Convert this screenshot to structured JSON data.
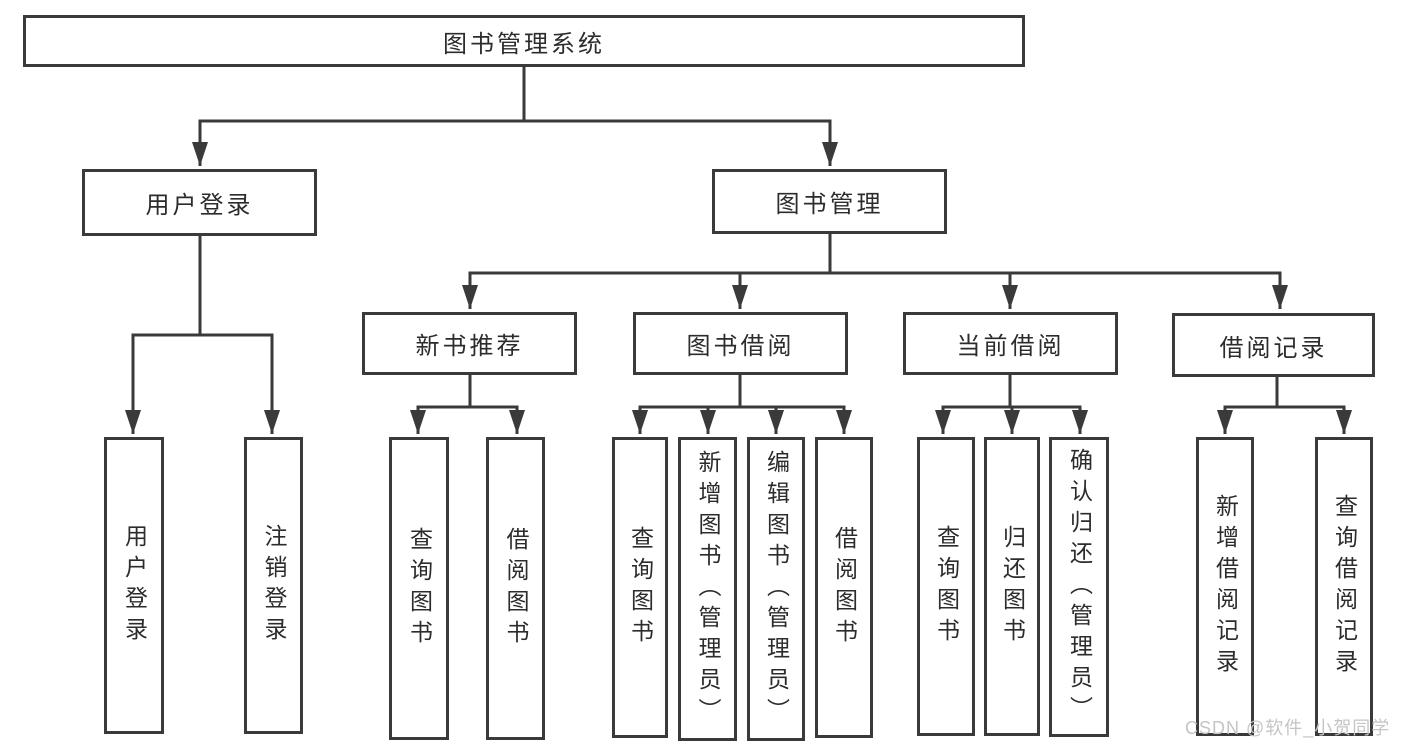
{
  "nodes": {
    "root": "图书管理系统",
    "user_login_group": "用户登录",
    "book_mgmt_group": "图书管理",
    "new_book_rec": "新书推荐",
    "book_borrow": "图书借阅",
    "current_borrow": "当前借阅",
    "borrow_records": "借阅记录",
    "leaf_user_login": "用户登录",
    "leaf_logout": "注销登录",
    "leaf_nb_query_book": "查询图书",
    "leaf_nb_borrow_book": "借阅图书",
    "leaf_bb_query_book": "查询图书",
    "leaf_bb_add_book": "新增图书（管理员）",
    "leaf_bb_edit_book": "编辑图书（管理员）",
    "leaf_bb_borrow_book": "借阅图书",
    "leaf_cb_query_book": "查询图书",
    "leaf_cb_return_book": "归还图书",
    "leaf_cb_confirm_return": "确认归还（管理员）",
    "leaf_br_add_record": "新增借阅记录",
    "leaf_br_query_record": "查询借阅记录"
  },
  "watermark": "CSDN @软件_小贺同学",
  "colors": {
    "line": "#3a3a3a",
    "text": "#2c2c2c",
    "box_background": "#ffffff",
    "watermark": "#c5c5c5"
  }
}
